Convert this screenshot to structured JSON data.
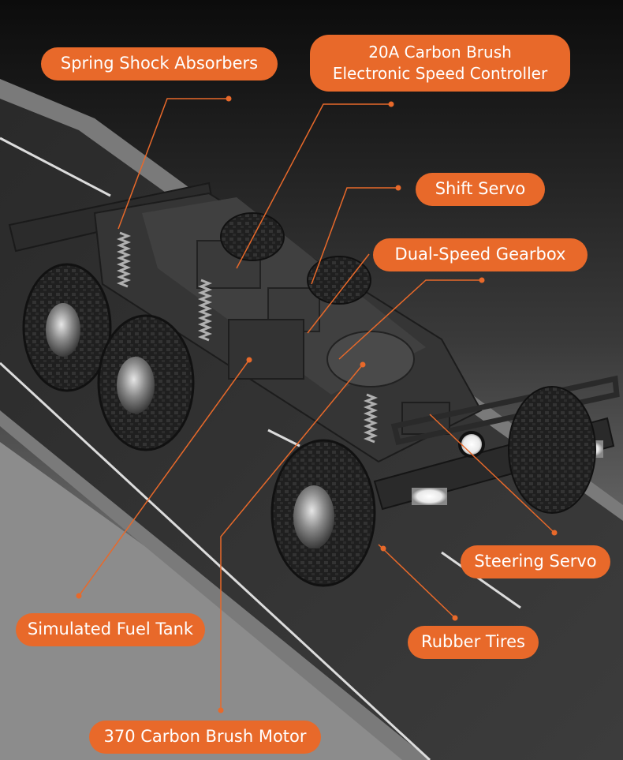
{
  "colors": {
    "accent": "#e8692a",
    "leader": "#e8692a",
    "road": "#3a3a3a",
    "chassis": "#2e2e2e"
  },
  "callouts": {
    "spring_shock_absorbers": "Spring Shock Absorbers",
    "esc_line1": "20A Carbon Brush",
    "esc_line2": "Electronic Speed Controller",
    "shift_servo": "Shift Servo",
    "dual_speed_gearbox": "Dual-Speed Gearbox",
    "steering_servo": "Steering Servo",
    "simulated_fuel_tank": "Simulated Fuel Tank",
    "rubber_tires": "Rubber Tires",
    "carbon_brush_motor": "370 Carbon Brush Motor"
  }
}
